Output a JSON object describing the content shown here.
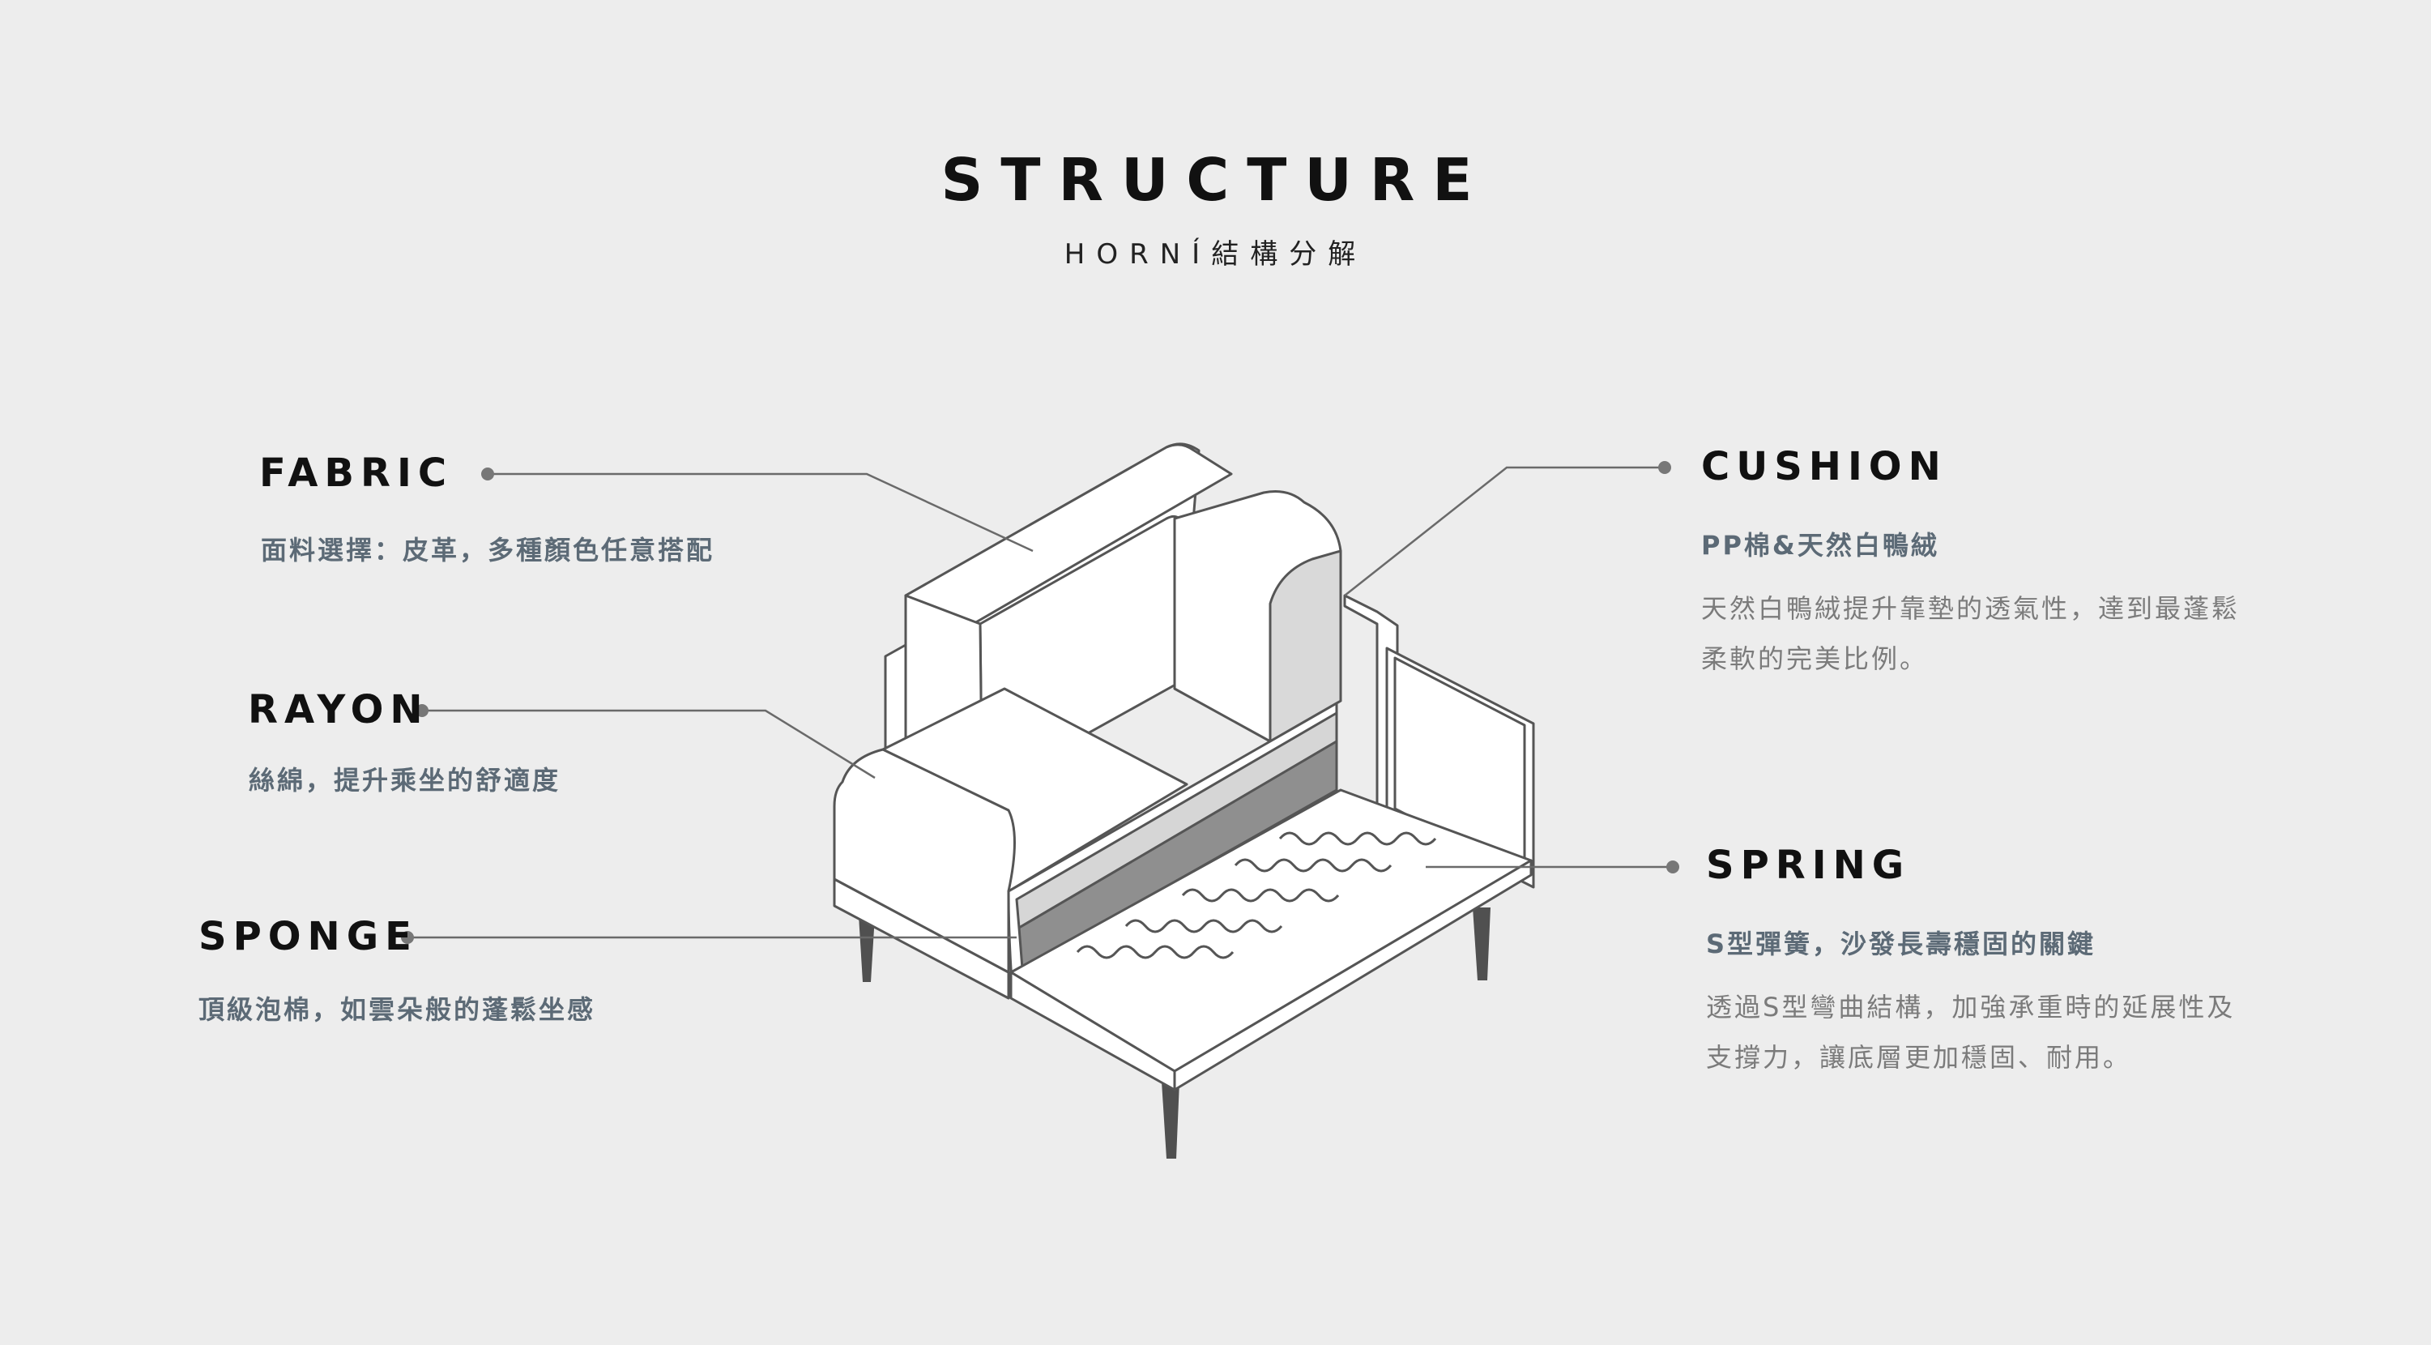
{
  "header": {
    "title": "STRUCTURE",
    "subtitle": "HORNÍ結構分解"
  },
  "components": {
    "fabric": {
      "label": "FABRIC",
      "desc": "面料選擇：皮革，多種顏色任意搭配"
    },
    "rayon": {
      "label": "RAYON",
      "desc": "絲綿，提升乘坐的舒適度"
    },
    "sponge": {
      "label": "SPONGE",
      "desc": "頂級泡棉，如雲朵般的蓬鬆坐感"
    },
    "cushion": {
      "label": "CUSHION",
      "desc": "PP棉&天然白鴨絨",
      "detail_1": "天然白鴨絨提升靠墊的透氣性，達到最蓬鬆",
      "detail_2": "柔軟的完美比例。"
    },
    "spring": {
      "label": "SPRING",
      "desc": "S型彈簧，沙發長壽穩固的關鍵",
      "detail_1": "透過S型彎曲結構，加強承重時的延展性及",
      "detail_2": "支撐力，讓底層更加穩固、耐用。"
    }
  },
  "colors": {
    "background": "#ededed",
    "line": "#555555",
    "leader": "#6a6a6a",
    "dot": "#777777",
    "fill_white": "#ffffff",
    "rayon_fill": "#cfcfcf",
    "sponge_fill": "#8f8f8f",
    "legs": "#505050"
  }
}
